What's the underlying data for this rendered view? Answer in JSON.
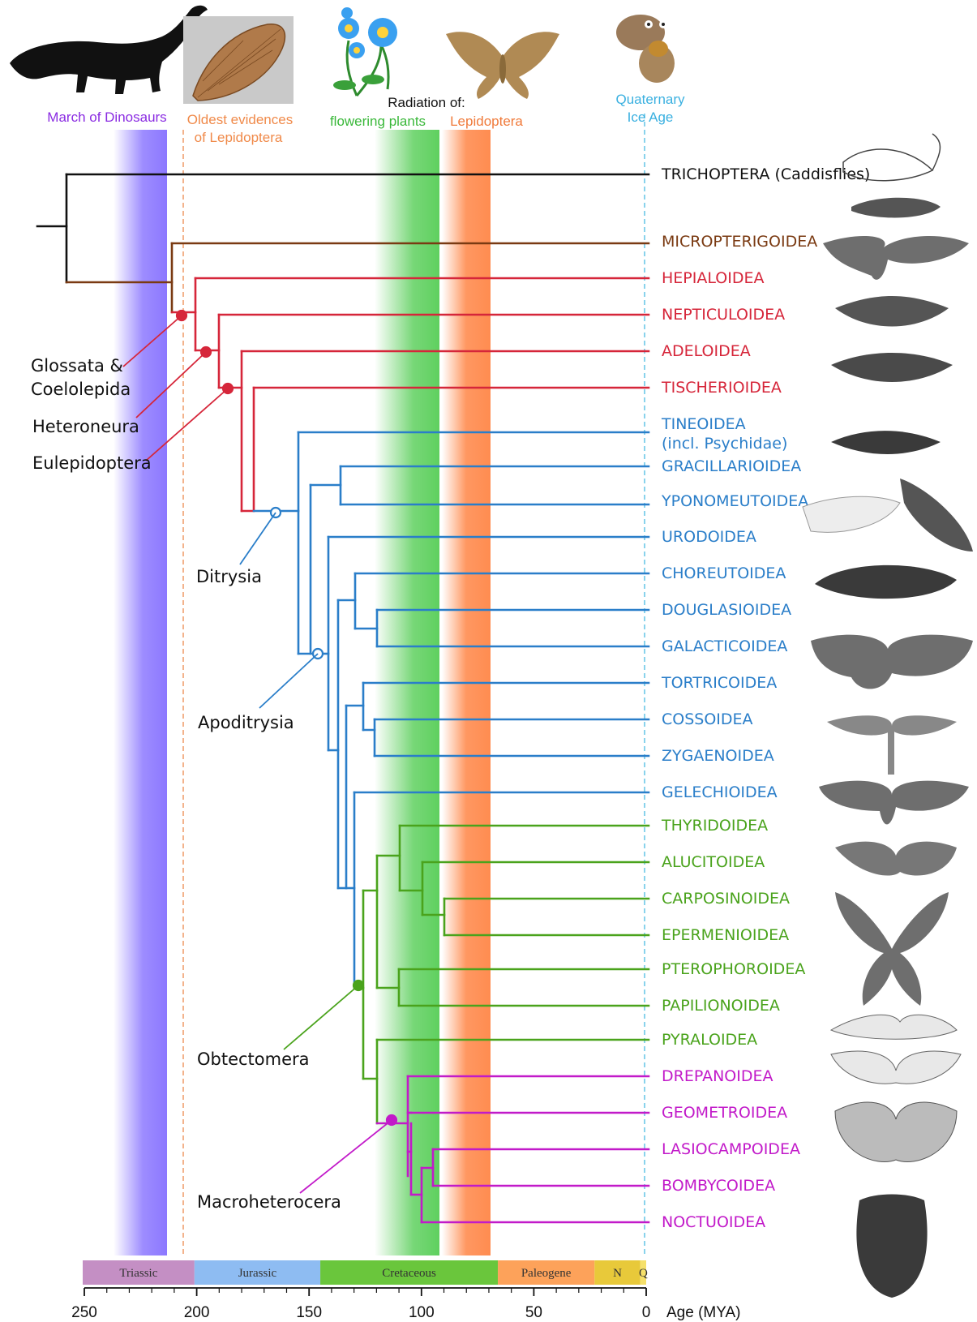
{
  "annotations": {
    "march_of_dinosaurs": "March of Dinosaurs",
    "oldest_evidence_1": "Oldest evidences",
    "oldest_evidence_2": "of Lepidoptera",
    "radiation_of": "Radiation of:",
    "flowering_plants": "flowering plants",
    "lepidoptera": "Lepidoptera",
    "quaternary_1": "Quaternary",
    "quaternary_2": "Ice Age"
  },
  "colors": {
    "trichoptera": "#111111",
    "micropterigoidea": "#7a3a12",
    "early_lepidoptera": "#d6263a",
    "ditrysia": "#2a7ec9",
    "obtectomera": "#4aa31c",
    "macroheterocera": "#c21ac9",
    "dinosaur_band": "#8c78ff",
    "angiosperm_band": "#5fd05f",
    "lepidoptera_band": "#ff8c50",
    "ice_age_line": "#6cc8e8",
    "oldest_line": "#f0a070"
  },
  "taxa": [
    {
      "name": "TRICHOPTERA (Caddisflies)",
      "group": "trichoptera"
    },
    {
      "name": "MICROPTERIGOIDEA",
      "group": "micropterigoidea"
    },
    {
      "name": "HEPIALOIDEA",
      "group": "early_lepidoptera"
    },
    {
      "name": "NEPTICULOIDEA",
      "group": "early_lepidoptera"
    },
    {
      "name": "ADELOIDEA",
      "group": "early_lepidoptera"
    },
    {
      "name": "TISCHERIOIDEA",
      "group": "early_lepidoptera"
    },
    {
      "name": "TINEOIDEA",
      "sub": "(incl. Psychidae)",
      "group": "ditrysia"
    },
    {
      "name": "GRACILLARIOIDEA",
      "group": "ditrysia"
    },
    {
      "name": "YPONOMEUTOIDEA",
      "group": "ditrysia"
    },
    {
      "name": "URODOIDEA",
      "group": "ditrysia"
    },
    {
      "name": "CHOREUTOIDEA",
      "group": "ditrysia"
    },
    {
      "name": "DOUGLASIOIDEA",
      "group": "ditrysia"
    },
    {
      "name": "GALACTICOIDEA",
      "group": "ditrysia"
    },
    {
      "name": "TORTRICOIDEA",
      "group": "ditrysia"
    },
    {
      "name": "COSSOIDEA",
      "group": "ditrysia"
    },
    {
      "name": "ZYGAENOIDEA",
      "group": "ditrysia"
    },
    {
      "name": "GELECHIOIDEA",
      "group": "ditrysia"
    },
    {
      "name": "THYRIDOIDEA",
      "group": "obtectomera"
    },
    {
      "name": "ALUCITOIDEA",
      "group": "obtectomera"
    },
    {
      "name": "CARPOSINOIDEA",
      "group": "obtectomera"
    },
    {
      "name": "EPERMENIOIDEA",
      "group": "obtectomera"
    },
    {
      "name": "PTEROPHOROIDEA",
      "group": "obtectomera"
    },
    {
      "name": "PAPILIONOIDEA",
      "group": "obtectomera"
    },
    {
      "name": "PYRALOIDEA",
      "group": "obtectomera"
    },
    {
      "name": "DREPANOIDEA",
      "group": "macroheterocera"
    },
    {
      "name": "GEOMETROIDEA",
      "group": "macroheterocera"
    },
    {
      "name": "LASIOCAMPOIDEA",
      "group": "macroheterocera"
    },
    {
      "name": "BOMBYCOIDEA",
      "group": "macroheterocera"
    },
    {
      "name": "NOCTUOIDEA",
      "group": "macroheterocera"
    }
  ],
  "clades": {
    "glossata_1": "Glossata &",
    "glossata_2": "Coelolepida",
    "heteroneura": "Heteroneura",
    "eulepidoptera": "Eulepidoptera",
    "ditrysia": "Ditrysia",
    "apoditrysia": "Apoditrysia",
    "obtectomera": "Obtectomera",
    "macroheterocera": "Macroheterocera"
  },
  "periods": [
    {
      "name": "Triassic",
      "start": 252,
      "end": 201,
      "color": "#c48fc4"
    },
    {
      "name": "Jurassic",
      "start": 201,
      "end": 145,
      "color": "#8ebcf2"
    },
    {
      "name": "Cretaceous",
      "start": 145,
      "end": 66,
      "color": "#6ac63c"
    },
    {
      "name": "Paleogene",
      "start": 66,
      "end": 23,
      "color": "#fda25a"
    },
    {
      "name": "N",
      "start": 23,
      "end": 2.6,
      "color": "#e8c93a"
    },
    {
      "name": "Q",
      "start": 2.6,
      "end": 0,
      "color": "#f5e06a"
    }
  ],
  "axis": {
    "ticks": [
      "250",
      "200",
      "150",
      "100",
      "50",
      "0"
    ],
    "label": "Age (MYA)"
  }
}
